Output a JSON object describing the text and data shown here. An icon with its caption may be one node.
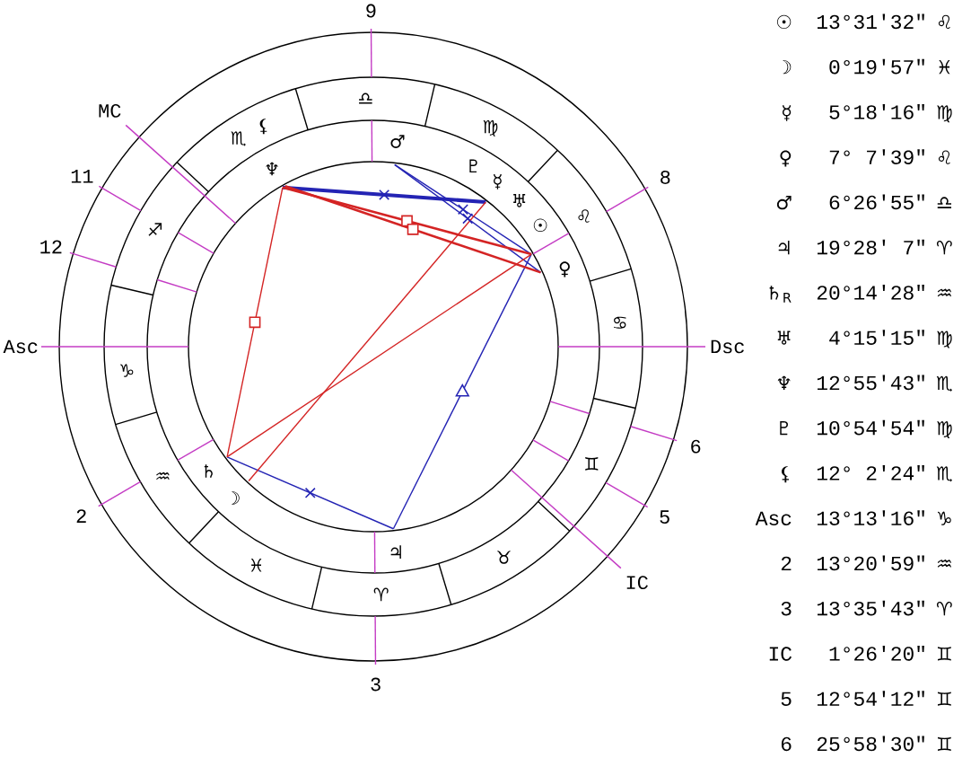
{
  "diagram": {
    "labels": [
      "9",
      "MC",
      "♎",
      "♏",
      "⚸",
      "♂",
      "♍",
      "11",
      "♆",
      "♇",
      "☿",
      "8",
      "♐",
      "♅",
      "☉",
      "♌",
      "12",
      "♀",
      "♋",
      "Asc",
      "Dsc",
      "♑",
      "6",
      "♒",
      "♄",
      "♊",
      "☽",
      "2",
      "5",
      "♓",
      "♃",
      "♉",
      "♈",
      "IC",
      "3",
      "☉",
      "13°31'32\"",
      "♌",
      "☽",
      "0°19'57\"",
      "♓",
      "☿",
      "5°18'16\"",
      "♍",
      "♀",
      "7° 7'39\"",
      "♌",
      "♂",
      "6°26'55\"",
      "♎",
      "♃",
      "19°28' 7\"",
      "♈",
      "♄$_{R}$",
      "20°14'28\"",
      "♒",
      "♅",
      "4°15'15\"",
      "♍",
      "♆",
      "12°55'43\"",
      "♏",
      "♇",
      "10°54'54\"",
      "♍",
      "⚸",
      "12° 2'24\"",
      "♏",
      "Asc",
      "13°13'16\"",
      "♑",
      "2",
      "13°20'59\"",
      "♒",
      "3",
      "13°35'43\"",
      "♈",
      "IC",
      "1°26'20\"",
      "♊",
      "5",
      "12°54'12\"",
      "♊",
      "6",
      "25°58'30\"",
      "♊"
    ]
  }
}
